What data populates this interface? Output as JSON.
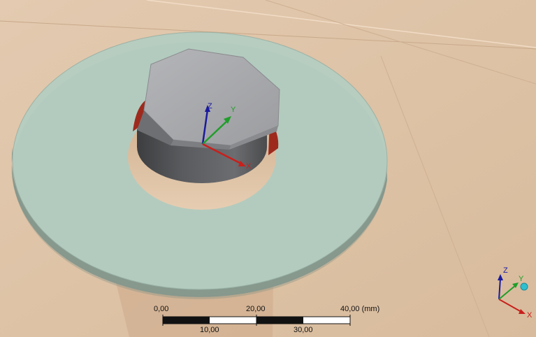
{
  "viewport": {
    "background_color": "#dcc0a3",
    "washer_color": "#b3cec2",
    "bolt_head_color": "#a9aaad",
    "bolt_shank_color": "#555659",
    "contact_color": "#9e2a1e"
  },
  "model_axes": {
    "x_label": "X",
    "y_label": "Y",
    "z_label": "Z",
    "x_color": "#c8201c",
    "y_color": "#1f9e2a",
    "z_color": "#1a1a9e"
  },
  "triad": {
    "x_label": "X",
    "y_label": "Y",
    "z_label": "Z",
    "iso_icon": "cyan-sphere-icon"
  },
  "scale_bar": {
    "top_labels": [
      "0,00",
      "20,00",
      "40,00 (mm)"
    ],
    "bottom_labels": [
      "10,00",
      "30,00"
    ]
  }
}
